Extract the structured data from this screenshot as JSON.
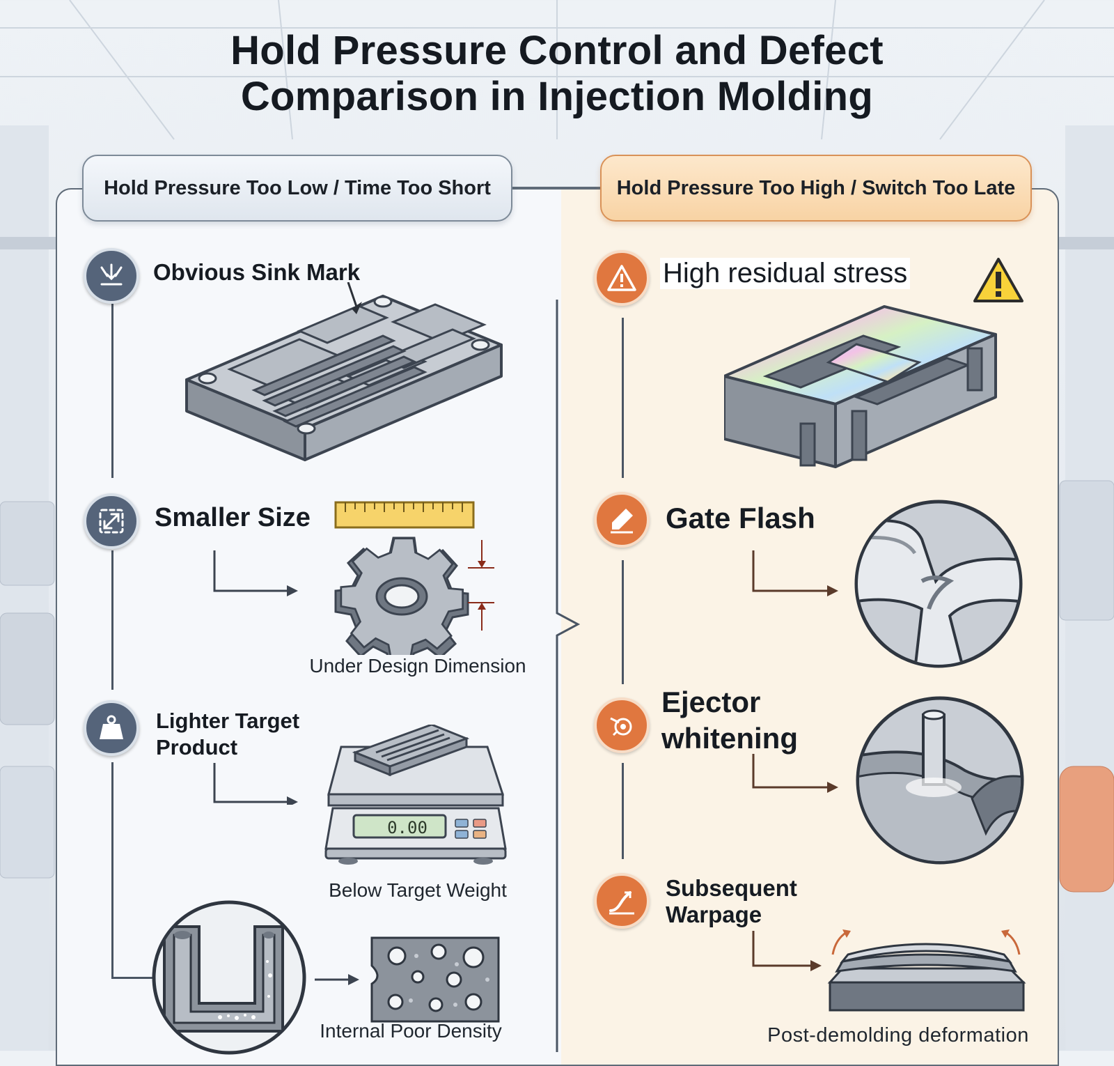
{
  "title": {
    "line1": "Hold Pressure Control and Defect",
    "line2": "Comparison in Injection Molding"
  },
  "left_panel": {
    "header": "Hold Pressure Too Low / Time Too Short",
    "items": [
      {
        "label": "Obvious Sink Mark",
        "icon": "sink-arrows-icon"
      },
      {
        "label": "Smaller Size",
        "icon": "resize-arrow-icon",
        "caption": "Under Design Dimension"
      },
      {
        "label_line1": "Lighter Target",
        "label_line2": "Product",
        "icon": "weight-icon",
        "caption": "Below Target Weight",
        "scale_display": "0.00"
      },
      {
        "caption": "Internal Poor Density"
      }
    ]
  },
  "right_panel": {
    "header": "Hold Pressure Too High / Switch Too Late",
    "items": [
      {
        "label": "High residual stress",
        "icon": "warning-icon"
      },
      {
        "label": "Gate Flash",
        "icon": "pen-icon"
      },
      {
        "label_line1": "Ejector",
        "label_line2": "whitening",
        "icon": "ejector-icon"
      },
      {
        "label_line1": "Subsequent",
        "label_line2": "Warpage",
        "icon": "warp-icon",
        "caption": "Post-demolding deformation"
      }
    ]
  },
  "colors": {
    "left_accent": "#55647a",
    "right_accent": "#e0773f",
    "left_panel_bg": "#f6f8fb",
    "right_panel_bg": "#fbf3e6"
  }
}
